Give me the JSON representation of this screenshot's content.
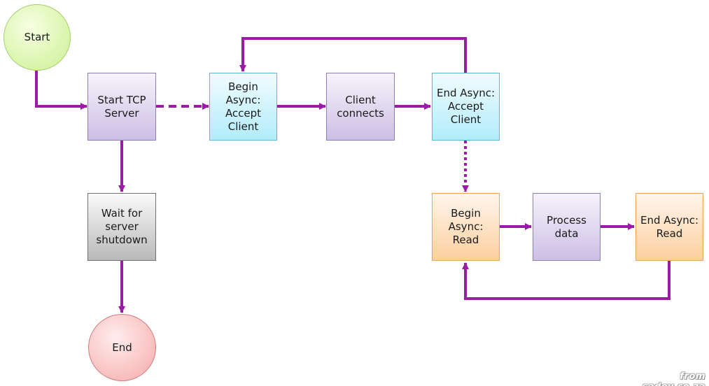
{
  "diagram": {
    "edge_color": "#9b1aa6",
    "nodes": {
      "start": {
        "label": "Start",
        "color": "#ccf090"
      },
      "start_tcp_server": {
        "label": "Start TCP\nServer",
        "color": "#ccbfe5"
      },
      "begin_async_accept": {
        "label": "Begin\nAsync:\nAccept\nClient",
        "color": "#b2ecfb"
      },
      "client_connects": {
        "label": "Client\nconnects",
        "color": "#ccbfe5"
      },
      "end_async_accept": {
        "label": "End Async:\nAccept\nClient",
        "color": "#b2ecfb"
      },
      "wait_for_shutdown": {
        "label": "Wait for\nserver\nshutdown",
        "color": "#b9b9b9"
      },
      "end": {
        "label": "End",
        "color": "#f6a9a9"
      },
      "begin_async_read": {
        "label": "Begin\nAsync:\nRead",
        "color": "#fccf9f"
      },
      "process_data": {
        "label": "Process\ndata",
        "color": "#ccbfe5"
      },
      "end_async_read": {
        "label": "End Async:\nRead",
        "color": "#fccf9f"
      }
    },
    "edges": [
      {
        "from": "start",
        "to": "start_tcp_server",
        "style": "solid"
      },
      {
        "from": "start_tcp_server",
        "to": "begin_async_accept",
        "style": "dashed"
      },
      {
        "from": "begin_async_accept",
        "to": "client_connects",
        "style": "solid"
      },
      {
        "from": "client_connects",
        "to": "end_async_accept",
        "style": "solid"
      },
      {
        "from": "end_async_accept",
        "to": "begin_async_accept",
        "style": "solid"
      },
      {
        "from": "start_tcp_server",
        "to": "wait_for_shutdown",
        "style": "solid"
      },
      {
        "from": "wait_for_shutdown",
        "to": "end",
        "style": "solid"
      },
      {
        "from": "end_async_accept",
        "to": "begin_async_read",
        "style": "dotted"
      },
      {
        "from": "begin_async_read",
        "to": "process_data",
        "style": "solid"
      },
      {
        "from": "process_data",
        "to": "end_async_read",
        "style": "solid"
      },
      {
        "from": "end_async_read",
        "to": "begin_async_read",
        "style": "solid"
      }
    ]
  },
  "credit": "from sadev.co.za"
}
